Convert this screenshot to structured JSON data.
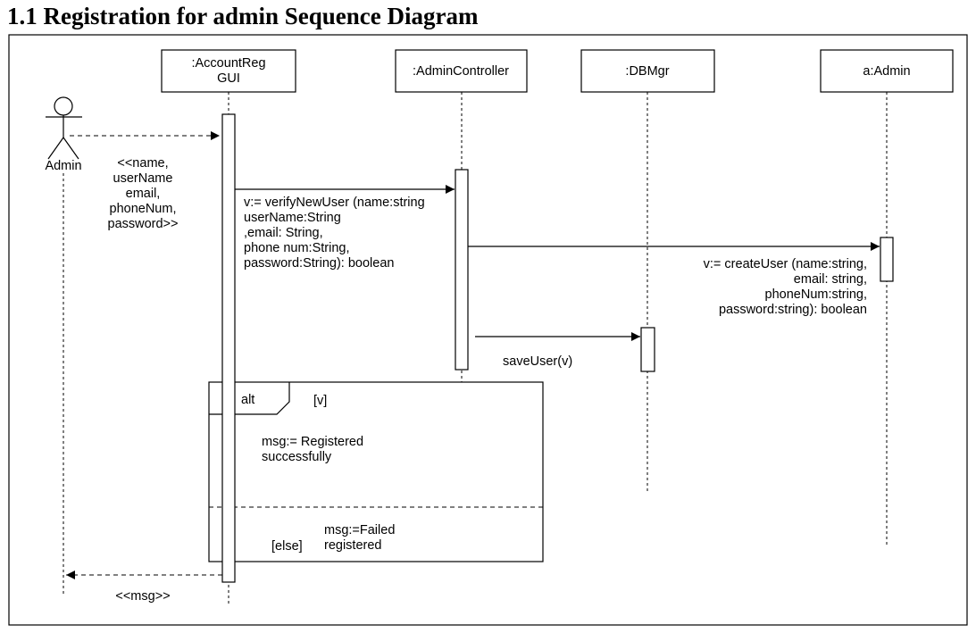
{
  "title": "1.1 Registration for admin Sequence Diagram",
  "actor": {
    "name": "Admin"
  },
  "lifelines": {
    "gui": {
      "lines": [
        ":AccountReg",
        "GUI"
      ]
    },
    "controller": {
      "lines": [
        ":AdminController"
      ]
    },
    "dbmgr": {
      "lines": [
        ":DBMgr"
      ]
    },
    "admin": {
      "lines": [
        "a:Admin"
      ]
    }
  },
  "messages": {
    "input": {
      "lines": [
        "<<name,",
        "userName",
        "email,",
        "phoneNum,",
        "password>>"
      ]
    },
    "verify": {
      "lines": [
        "v:= verifyNewUser (name:string",
        "userName:String",
        ",email: String,",
        "phone num:String,",
        "password:String): boolean"
      ]
    },
    "create": {
      "lines": [
        "v:= createUser (name:string,",
        "email: string,",
        "phoneNum:string,",
        "password:string): boolean"
      ]
    },
    "save": {
      "lines": [
        "saveUser(v)"
      ]
    },
    "reply": {
      "lines": [
        "<<msg>>"
      ]
    }
  },
  "fragment": {
    "operator": "alt",
    "guard_1": "[v]",
    "text_1": [
      "msg:= Registered",
      "successfully"
    ],
    "guard_2": "[else]",
    "text_2": [
      "msg:=Failed",
      "registered"
    ]
  }
}
